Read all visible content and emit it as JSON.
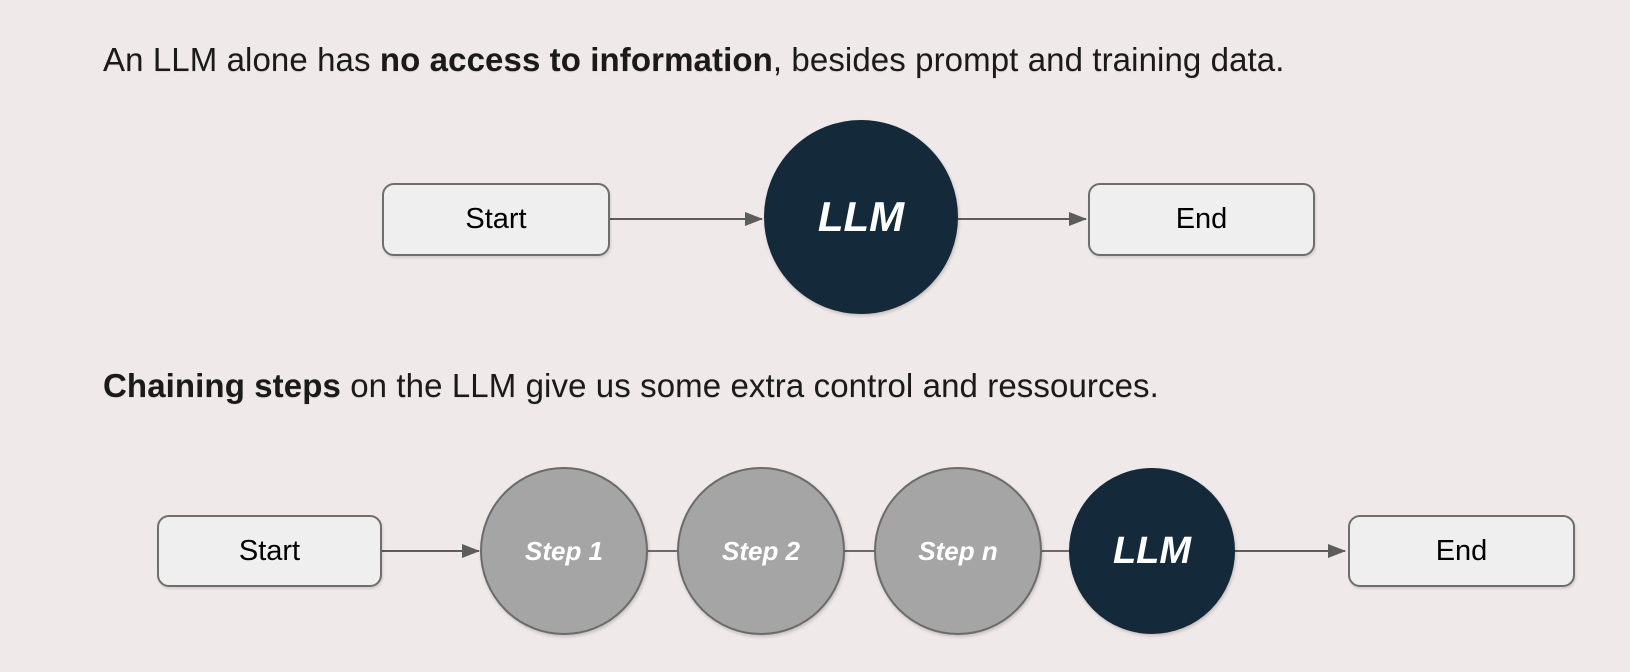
{
  "colors": {
    "background": "#f0e9e9",
    "text": "#1a1a1a",
    "node_fill": "#efefef",
    "node_border": "#6e6e6e",
    "llm_fill": "#14293a",
    "step_fill": "#a5a5a5",
    "step_border": "#6b6b6b",
    "arrow": "#5c5c5c"
  },
  "caption_top": {
    "pre": "An LLM alone has ",
    "bold": "no access to information",
    "post": ", besides prompt and training data."
  },
  "caption_bottom": {
    "bold": "Chaining steps",
    "post": " on the LLM give us some extra control and ressources."
  },
  "flow_top": {
    "start": "Start",
    "llm": "LLM",
    "end": "End"
  },
  "flow_bottom": {
    "start": "Start",
    "steps": [
      "Step 1",
      "Step 2",
      "Step n"
    ],
    "llm": "LLM",
    "end": "End"
  }
}
